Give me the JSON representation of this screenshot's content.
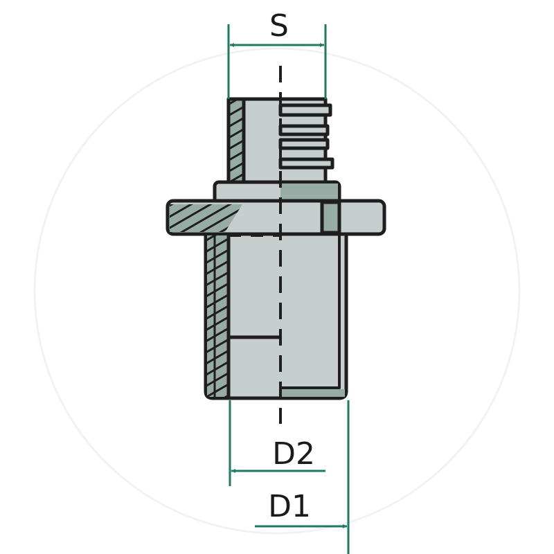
{
  "diagram": {
    "dimensions": {
      "s_label": "S",
      "d2_label": "D2",
      "d1_label": "D1"
    },
    "colors": {
      "dimension_line": "#1f7a60",
      "body_fill": "#c6cfcd",
      "section_fill": "#97aca5",
      "outline": "#1e1e1e"
    }
  }
}
